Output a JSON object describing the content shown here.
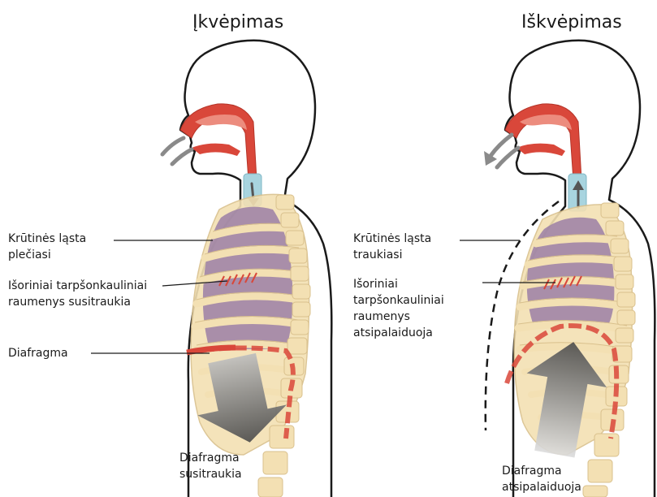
{
  "titles": {
    "inhale": "Įkvėpimas",
    "exhale": "Iškvėpimas"
  },
  "inhale_labels": {
    "chest_line1": "Krūtinės ląsta",
    "chest_line2": "plečiasi",
    "muscles_line1": "Išoriniai tarpšonkauliniai",
    "muscles_line2": "raumenys susitraukia",
    "diaphragm": "Diafragma",
    "bottom_line1": "Diafragma",
    "bottom_line2": "susitraukia"
  },
  "exhale_labels": {
    "chest_line1": "Krūtinės ląsta",
    "chest_line2": "traukiasi",
    "muscles_line1": "Išoriniai",
    "muscles_line2": "tarpšonkauliniai",
    "muscles_line3": "raumenys",
    "muscles_line4": "atsipalaiduoja",
    "bottom_line1": "Diafragma",
    "bottom_line2": "atsipalaiduoja"
  },
  "colors": {
    "outline": "#1a1a1a",
    "ribs": "#f3e0b3",
    "ribs_stroke": "#d9c08c",
    "lungs": "#9b7fa6",
    "airway": "#d9473a",
    "trachea": "#a8d4df",
    "arrow": "#7a7a7a"
  }
}
